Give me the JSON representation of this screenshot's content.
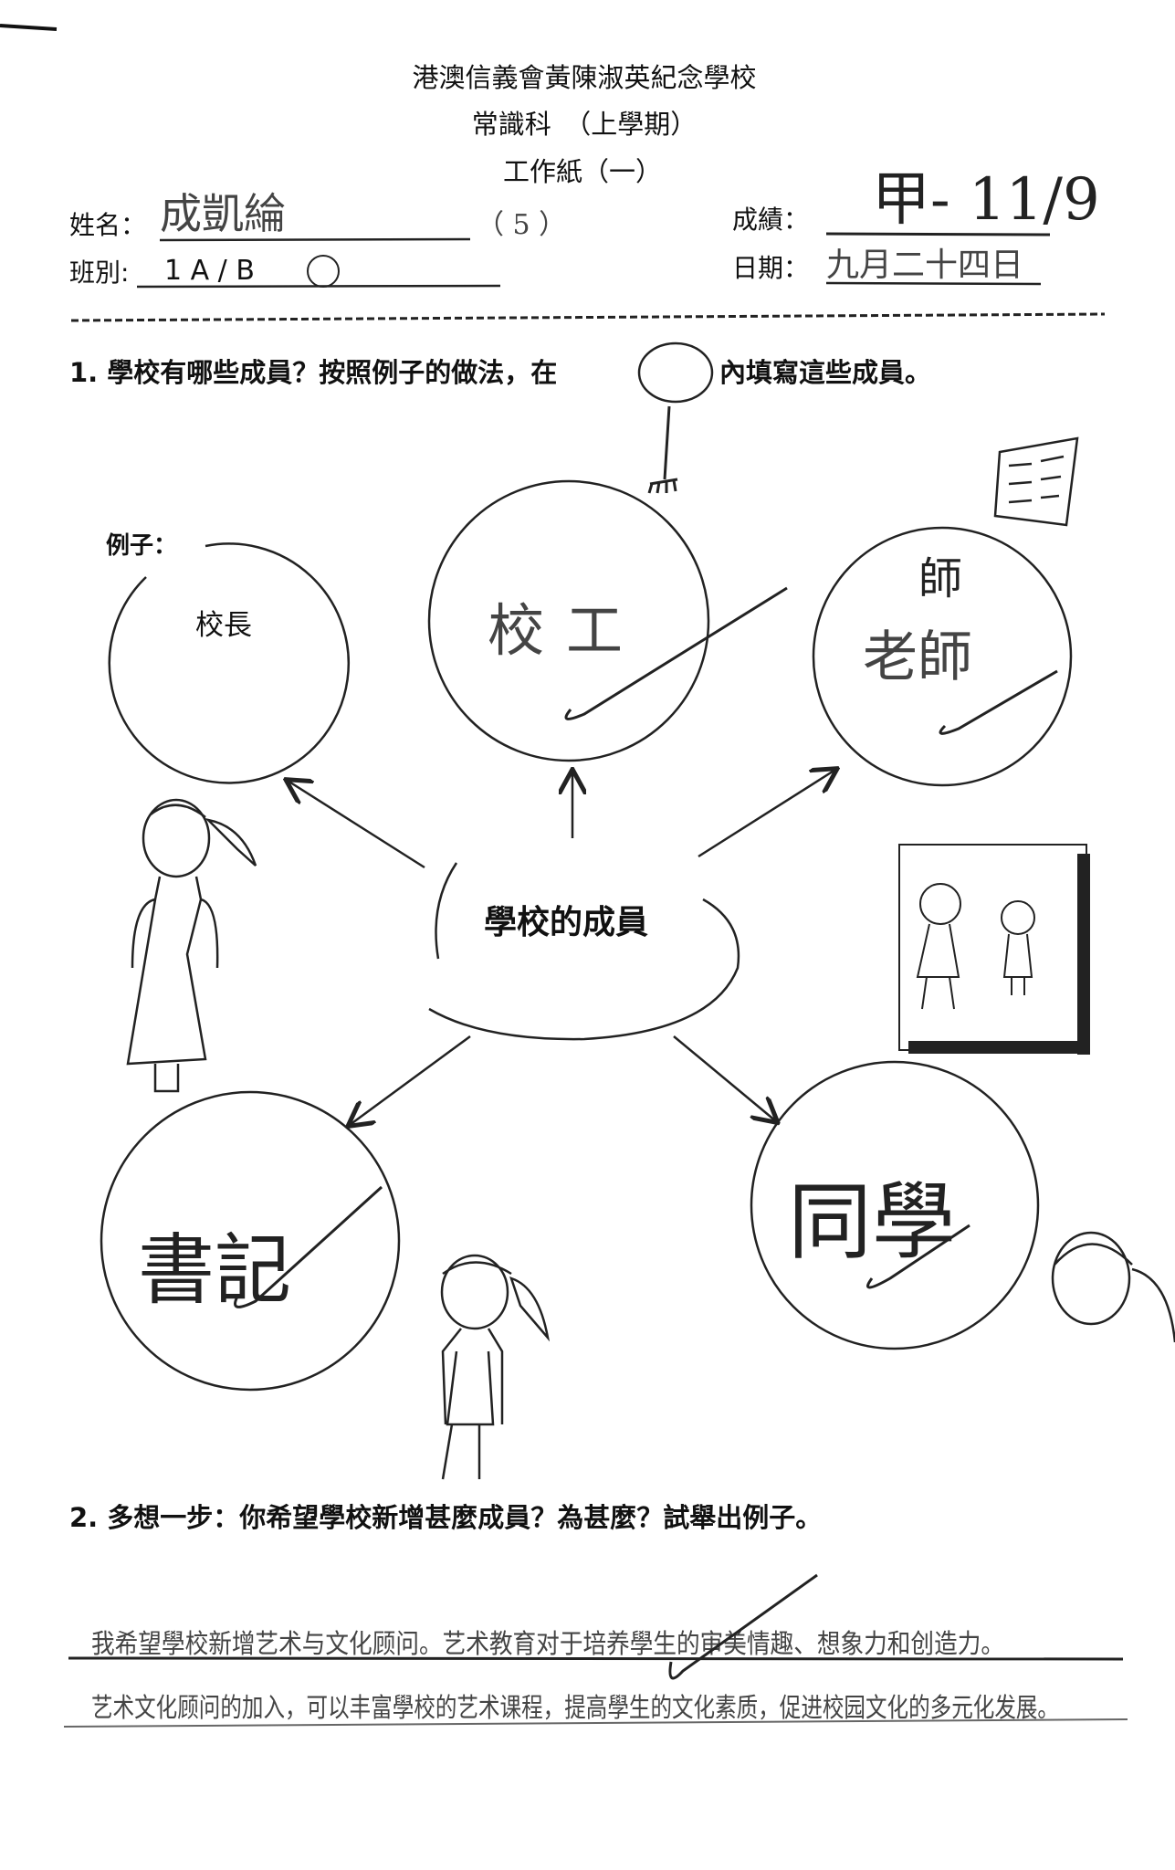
{
  "header": {
    "school": "港澳信義會黃陳淑英紀念學校",
    "subject": "常識科　（上學期）",
    "worksheet": "工作紙（一）"
  },
  "student": {
    "name_label": "姓名：",
    "name_value": "成凱綸",
    "number": "（ 5 ）",
    "class_label": "班別:",
    "class_value": "1  A  /  B",
    "grade_label": "成績：",
    "grade_value": "甲-  11/9",
    "date_label": "日期：",
    "date_value": "九月二十四日"
  },
  "question1": {
    "prompt_before": "1. 學校有哪些成員？按照例子的做法，在",
    "prompt_after": "內填寫這些成員。",
    "example_label": "例子：",
    "example_answer": "校長",
    "center_label": "學校的成員",
    "answers": [
      "校工",
      "老師",
      "書記",
      "同學"
    ],
    "correction": "師"
  },
  "question2": {
    "prompt": "2. 多想一步：你希望學校新增甚麼成員？為甚麼？試舉出例子。",
    "answer_lines": [
      "我希望學校新增艺术与文化顾问。艺术教育对于培养學生的审美情趣、想象力和创造力。",
      "艺术文化顾问的加入，可以丰富學校的艺术课程，提高學生的文化素质，促进校园文化的多元化发展。"
    ]
  }
}
